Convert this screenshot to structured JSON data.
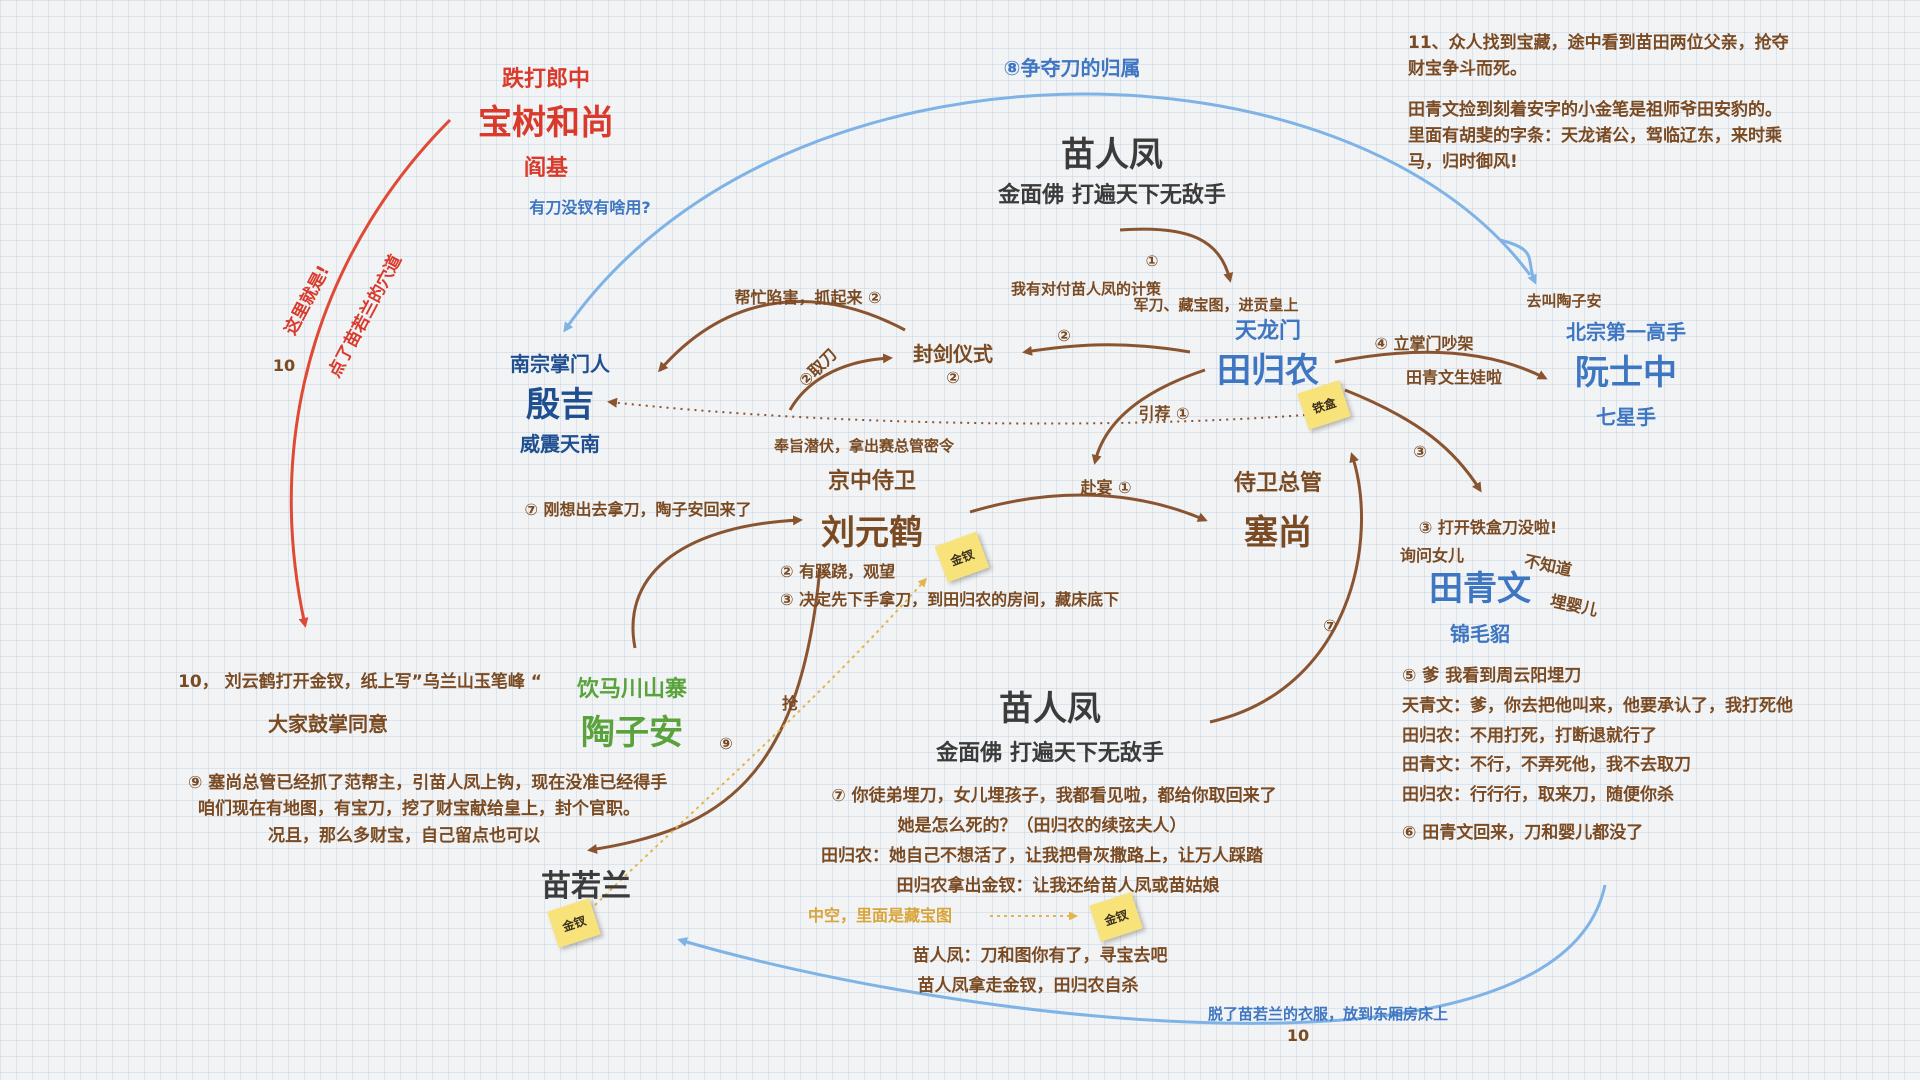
{
  "colors": {
    "brown": "#7a4a22",
    "dark": "#3b3b3b",
    "blue": "#3f76c2",
    "navy": "#1f4f8f",
    "red": "#d93a2b",
    "green": "#5aa23c",
    "gold": "#d9a53a",
    "sticky": "#f8e27a"
  },
  "nodes": {
    "baoshu": {
      "top": "跌打郎中",
      "name": "宝树和尚",
      "sub": "阎基",
      "note": "有刀没钗有啥用?"
    },
    "yinji": {
      "top": "南宗掌门人",
      "name": "殷吉",
      "sub": "威震天南"
    },
    "miao_top": {
      "name": "苗人凤",
      "sub": "金面佛 打遍天下无敌手"
    },
    "miao_bottom": {
      "name": "苗人凤",
      "sub": "金面佛 打遍天下无敌手"
    },
    "tianguinong": {
      "top": "天龙门",
      "name": "田归农",
      "tag": "铁盒"
    },
    "ruanshizhong": {
      "top": "北宗第一高手",
      "name": "阮士中",
      "sub": "七星手"
    },
    "liuyuanhe": {
      "top": "京中侍卫",
      "name": "刘元鹤",
      "tag": "金钗"
    },
    "saishang": {
      "top": "侍卫总管",
      "name": "塞尚"
    },
    "tianqingwen": {
      "name": "田青文",
      "sub": "锦毛貂"
    },
    "taozian": {
      "top": "饮马川山寨",
      "name": "陶子安"
    },
    "miaoruolan": {
      "name": "苗若兰",
      "tag": "金钗"
    },
    "fengjian": {
      "name": "封剑仪式",
      "num": "②"
    }
  },
  "edge_labels": {
    "zhengduo": "⑧争夺刀的归属",
    "jihua_1": "①",
    "jihua_2": "我有对付苗人凤的计策",
    "jihua_3": "军刀、藏宝图，进贡皇上",
    "bangmang": "帮忙陷害，抓起来 ②",
    "qudao": "②取刀",
    "tgn_fengjian": "②",
    "lizhangmen": "④ 立掌门吵架",
    "tqw_shengwa": "田青文生娃啦",
    "quqiao": "去叫陶子安",
    "yinjian": "引荐 ①",
    "fengzhi": "奉旨潜伏，拿出赛总管密令",
    "fuyan": "赴宴 ①",
    "num3": "③",
    "num7": "⑦",
    "num9": "⑨",
    "qiang": "抢",
    "gangxiang": "⑦ 刚想出去拿刀，陶子安回来了",
    "qiaoyue": "② 有蹊跷，观望",
    "juedi": "③ 决定先下手拿刀，到田归农的房间，藏床底下",
    "tiehe_open": "③ 打开铁盒刀没啦!",
    "xunwen": "询问女儿",
    "buzhidao": "不知道",
    "maiying": "埋婴儿",
    "zheli": "这里就是!",
    "dianle": "点了苗若兰的穴道",
    "ten_left": "10",
    "tuole": "脱了苗若兰的衣服，放到东厢房床上",
    "ten_bottom": "10",
    "zhongkong": "中空，里面是藏宝图"
  },
  "texts": {
    "note_11_a": "11、众人找到宝藏，途中看到苗田两位父亲，抢夺",
    "note_11_b": "财宝争斗而死。",
    "note_11_c": "田青文捡到刻着安字的小金笔是祖师爷田安豹的。",
    "note_11_d": "里面有胡斐的字条：天龙诸公，驾临辽东，来时乘",
    "note_11_e": "马，归时御风!",
    "note_10": "10， 刘云鹤打开金钗，纸上写”乌兰山玉笔峰 “",
    "note_10_b": "大家鼓掌同意",
    "note_9_a": "⑨ 塞尚总管已经抓了范帮主，引苗人凤上钩，现在没准已经得手",
    "note_9_b": "咱们现在有地图，有宝刀，挖了财宝献给皇上，封个官职。",
    "note_9_c": "况且，那么多财宝，自己留点也可以",
    "note_7_a": "⑦ 你徒弟埋刀，女儿埋孩子，我都看见啦，都给你取回来了",
    "note_7_b": "她是怎么死的？（田归农的续弦夫人）",
    "note_7_c": "田归农：她自己不想活了，让我把骨灰撒路上，让万人踩踏",
    "note_7_d": "田归农拿出金钗：让我还给苗人凤或苗姑娘",
    "note_7_e": "苗人凤：刀和图你有了，寻宝去吧",
    "note_7_f": "苗人凤拿走金钗，田归农自杀",
    "note_5_a": "⑤ 爹 我看到周云阳埋刀",
    "note_5_b": "天青文：爹，你去把他叫来，他要承认了，我打死他",
    "note_5_c": "田归农：不用打死，打断退就行了",
    "note_5_d": "田青文：不行，不弄死他，我不去取刀",
    "note_5_e": "田归农：行行行，取来刀，随便你杀",
    "note_6": "⑥ 田青文回来，刀和婴儿都没了"
  }
}
